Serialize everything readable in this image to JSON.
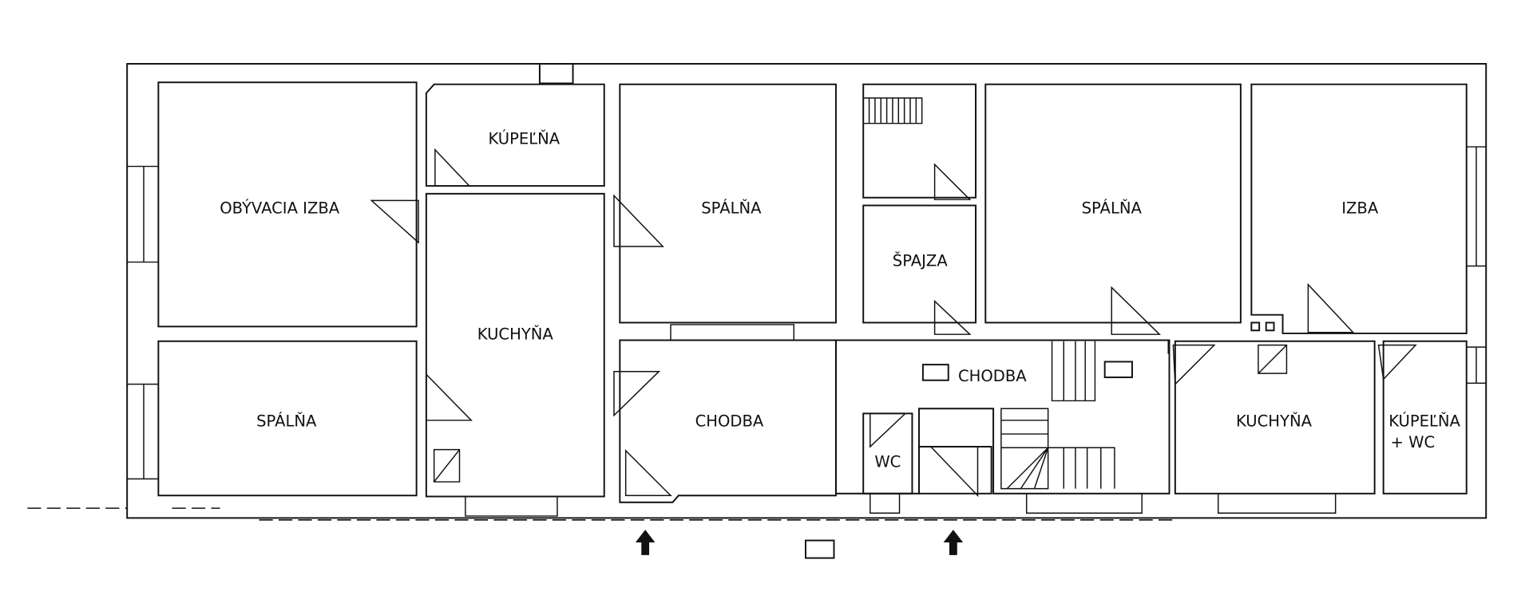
{
  "rooms": {
    "obyvacia_izba": "OBÝVACIA IZBA",
    "kupelna_1": "KÚPEĽŇA",
    "spalna_1": "SPÁLŇA",
    "spajza": "ŠPAJZA",
    "spalna_2": "SPÁLŇA",
    "izba": "IZBA",
    "kuchyna_1": "KUCHYŇA",
    "spalna_3": "SPÁLŇA",
    "chodba_1": "CHODBA",
    "chodba_2": "CHODBA",
    "wc": "WC",
    "kuchyna_2": "KUCHYŇA",
    "kupelna_wc_line1": "KÚPEĽŇA",
    "kupelna_wc_line2": "+ WC"
  },
  "entrances": [
    "entrance-arrow-left",
    "entrance-arrow-right"
  ],
  "colors": {
    "line": "#111111",
    "background": "#ffffff"
  }
}
